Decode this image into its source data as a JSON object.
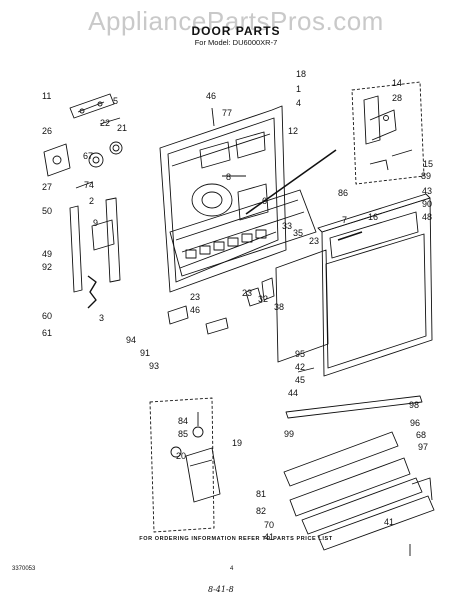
{
  "watermark": "AppliancePartsPros.com",
  "title": "DOOR PARTS",
  "model": "For Model: DU6000XR-7",
  "footer_note": "FOR ORDERING INFORMATION REFER TO PARTS PRICE LIST",
  "diagram_code": "3370053",
  "page_number": "4",
  "handwriting": "8-41-8",
  "callouts": [
    "11",
    "5",
    "26",
    "22",
    "21",
    "67",
    "27",
    "74",
    "2",
    "50",
    "9",
    "49",
    "92",
    "60",
    "3",
    "61",
    "46",
    "77",
    "18",
    "1",
    "4",
    "14",
    "28",
    "12",
    "15",
    "89",
    "43",
    "90",
    "48",
    "16",
    "86",
    "7",
    "8",
    "6",
    "33",
    "35",
    "23",
    "23",
    "32",
    "38",
    "23",
    "94",
    "91",
    "93",
    "46",
    "95",
    "42",
    "45",
    "44",
    "98",
    "99",
    "96",
    "68",
    "97",
    "19",
    "84",
    "85",
    "20",
    "81",
    "82",
    "70",
    "41",
    "41"
  ]
}
